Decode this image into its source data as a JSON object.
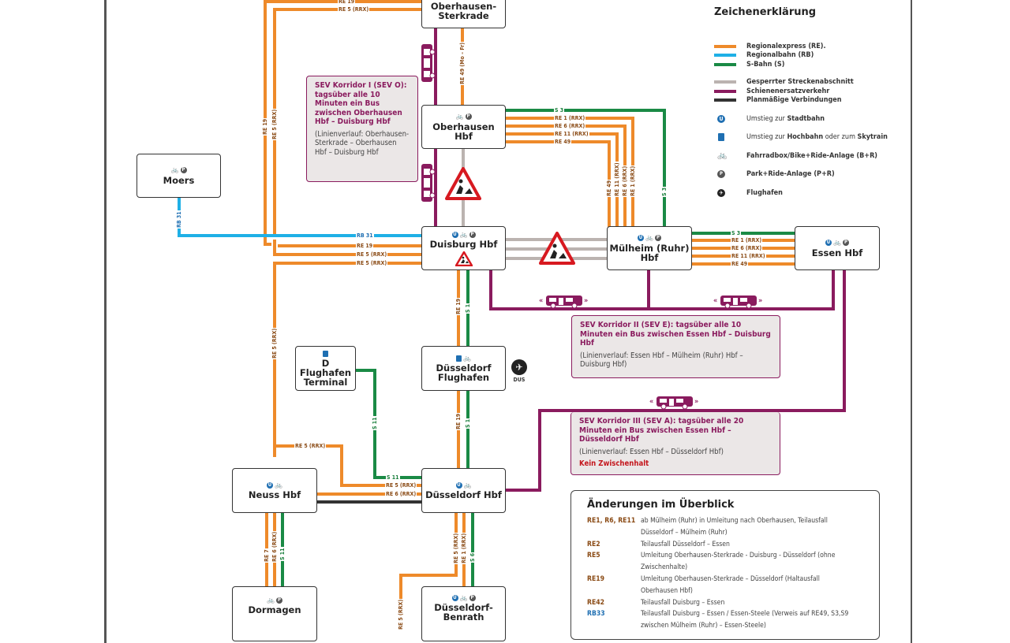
{
  "map": {
    "legend": {
      "title": "Zeichenerklärung",
      "lines": [
        {
          "label": "Regionalexpress (RE).",
          "color": "#ee8a2a"
        },
        {
          "label": "Regionalbahn (RB)",
          "color": "#1fb0e6"
        },
        {
          "label": "S-Bahn (S)",
          "color": "#1a8a45"
        }
      ],
      "lines2": [
        {
          "label": "Gesperrter Streckenabschnitt",
          "color": "#bbb3b0"
        },
        {
          "label": "Schienenersatzverkehr",
          "color": "#8a1b5e"
        },
        {
          "label": "Planmäßige Verbindungen",
          "color": "#333333"
        }
      ],
      "symbols": [
        {
          "icon": "u-bahn-icon",
          "pre": "Umstieg zur ",
          "bold": "Stadtbahn",
          "post": "",
          "bold2": ""
        },
        {
          "icon": "hochbahn-icon",
          "pre": "Umstieg zur ",
          "bold": "Hochbahn",
          "post": " oder zum ",
          "bold2": "Skytrain"
        },
        {
          "icon": "bike-icon",
          "pre": "",
          "bold": "Fahrradbox/Bike+Ride-Anlage (B+R)",
          "post": "",
          "bold2": ""
        },
        {
          "icon": "park-ride-icon",
          "pre": "",
          "bold": "Park+Ride-Anlage (P+R)",
          "post": "",
          "bold2": ""
        },
        {
          "icon": "airport-icon",
          "pre": "",
          "bold": "Flughafen",
          "post": "",
          "bold2": ""
        }
      ]
    },
    "stations": {
      "sterkrade": {
        "name1": "Oberhausen-",
        "name2": "Sterkrade"
      },
      "oberhausen": {
        "name1": "Oberhausen Hbf",
        "name2": ""
      },
      "moers": {
        "name1": "Moers",
        "name2": ""
      },
      "duisburg": {
        "name1": "Duisburg Hbf",
        "name2": ""
      },
      "muelheim": {
        "name1": "Mülheim (Ruhr)",
        "name2": "Hbf"
      },
      "essen": {
        "name1": "Essen Hbf",
        "name2": ""
      },
      "dflughafen_terminal": {
        "name1": "D Flughafen",
        "name2": "Terminal"
      },
      "dflughafen": {
        "name1": "Düsseldorf",
        "name2": "Flughafen"
      },
      "neuss": {
        "name1": "Neuss Hbf",
        "name2": ""
      },
      "duesseldorf": {
        "name1": "Düsseldorf Hbf",
        "name2": ""
      },
      "dormagen": {
        "name1": "Dormagen",
        "name2": ""
      },
      "benrath": {
        "name1": "Düsseldorf-",
        "name2": "Benrath"
      }
    },
    "line_labels": {
      "re19": "RE 19",
      "re5": "RE 5 (RRX)",
      "re49_mofr": "RE 49 (Mo – Fr)",
      "s3": "S 3",
      "re1": "RE 1 (RRX)",
      "re6": "RE 6 (RRX)",
      "re11": "RE 11 (RRX)",
      "re49": "RE 49",
      "rb31": "RB 31",
      "s1": "S 1",
      "s11": "S 11",
      "re7": "RE 7",
      "s6": "S 6"
    },
    "airport_code": "DUS",
    "sev": [
      {
        "title": "SEV Korridor I (SEV O): tagsüber alle 10 Minuten ein Bus zwischen Oberhausen Hbf – Duisburg Hbf",
        "route": "(Linienverlauf: Oberhausen-Sterkrade – Oberhausen Hbf – Duisburg Hbf",
        "warning": ""
      },
      {
        "title": "SEV Korridor II (SEV E): tagsüber alle 10 Minuten ein Bus zwischen Essen Hbf – Duisburg Hbf",
        "route": "(Linienverlauf: Essen Hbf – Mülheim (Ruhr) Hbf – Duisburg Hbf)",
        "warning": ""
      },
      {
        "title": "SEV Korridor III (SEV A): tagsüber alle 20 Minuten ein Bus zwischen Essen Hbf – Düsseldorf Hbf",
        "route": "(Linienverlauf: Essen Hbf – Düsseldorf Hbf)",
        "warning": "Kein Zwischenhalt"
      }
    ],
    "changes": {
      "title": "Änderungen im Überblick",
      "rows": [
        {
          "line": "RE1, R6, RE11",
          "text": "ab Mülheim (Ruhr) in Umleitung nach Oberhausen, Teilausfall Düsseldorf – Mülheim (Ruhr)",
          "type": "re"
        },
        {
          "line": "RE2",
          "text": "Teilausfall Düsseldorf – Essen",
          "type": "re"
        },
        {
          "line": "RE5",
          "text": "Umleitung Oberhausen-Sterkrade - Duisburg - Düsseldorf (ohne Zwischenhalte)",
          "type": "re"
        },
        {
          "line": "RE19",
          "text": "Umleitung Oberhausen-Sterkrade – Düsseldorf (Haltausfall Oberhausen Hbf)",
          "type": "re"
        },
        {
          "line": "RE42",
          "text": "Teilausfall Duisburg – Essen",
          "type": "re"
        },
        {
          "line": "RB33",
          "text": "Teilausfall Duisburg – Essen / Essen-Steele (Verweis auf RE49, S3,S9 zwischen Mülheim (Ruhr) – Essen-Steele)",
          "type": "rb"
        }
      ]
    },
    "colors": {
      "re": "#ee8a2a",
      "rb": "#1fb0e6",
      "s": "#1a8a45",
      "closed": "#bbb3b0",
      "sev": "#8a1b5e",
      "planned": "#333333"
    }
  }
}
